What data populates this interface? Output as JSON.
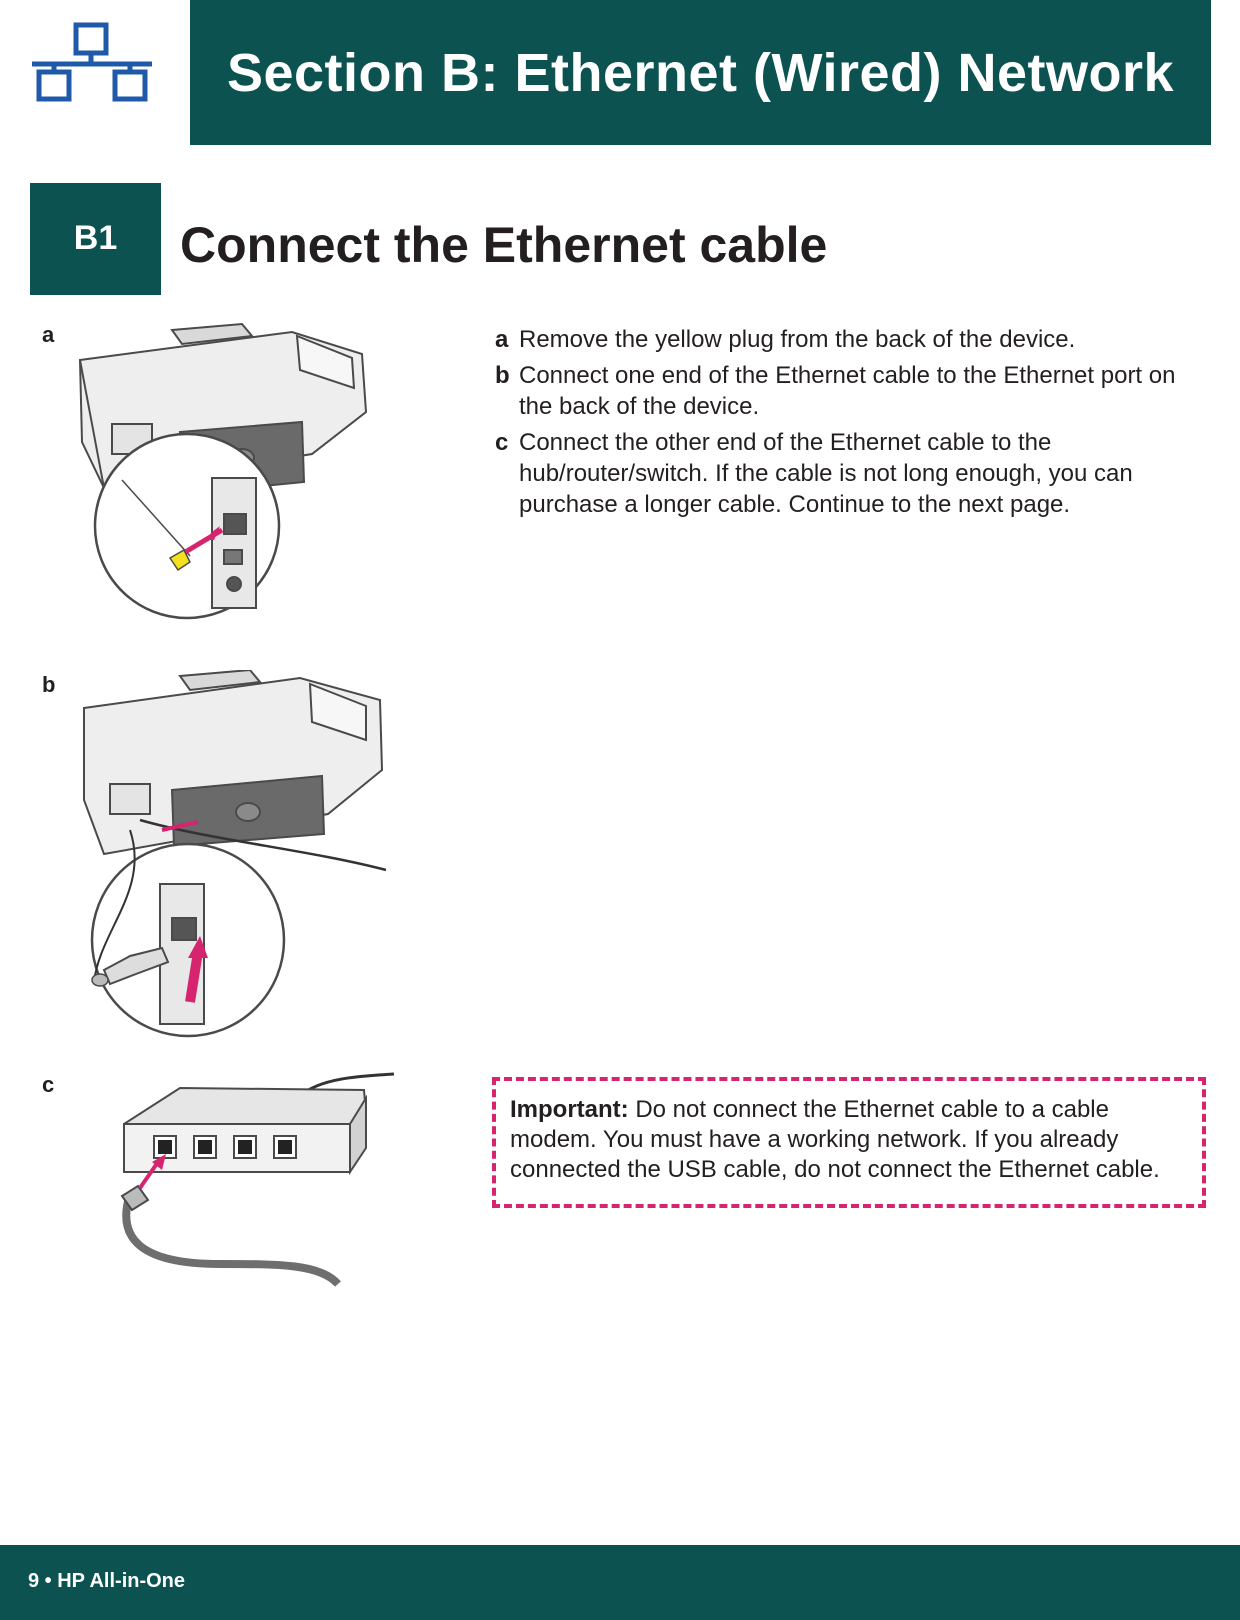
{
  "header": {
    "title": "Section B: Ethernet (Wired) Network",
    "icon": "network-icon"
  },
  "step": {
    "badge": "B1",
    "title": "Connect the Ethernet cable"
  },
  "figures": {
    "a": {
      "letter": "a",
      "icon": "printer-remove-plug-illustration"
    },
    "b": {
      "letter": "b",
      "icon": "printer-connect-cable-illustration"
    },
    "c": {
      "letter": "c",
      "icon": "router-hub-illustration"
    }
  },
  "instructions": [
    {
      "letter": "a",
      "text": "Remove the yellow plug from the back of the device."
    },
    {
      "letter": "b",
      "text": "Connect one end of the Ethernet cable to the Ethernet port on the back of the device."
    },
    {
      "letter": "c",
      "text": "Connect the other end of the Ethernet cable to the hub/router/switch. If the cable is not long enough, you can purchase a longer cable. Continue to the next page."
    }
  ],
  "important": {
    "label": "Important:",
    "text": " Do not connect the Ethernet cable to a cable modem. You must have a working network. If you already connected the USB cable, do not connect the Ethernet cable."
  },
  "footer": {
    "text": "9 • HP All-in-One"
  },
  "colors": {
    "teal": "#0b5250",
    "accent_pink": "#d6246e",
    "icon_blue": "#1e5aa8",
    "plug_yellow": "#f5e11b"
  }
}
